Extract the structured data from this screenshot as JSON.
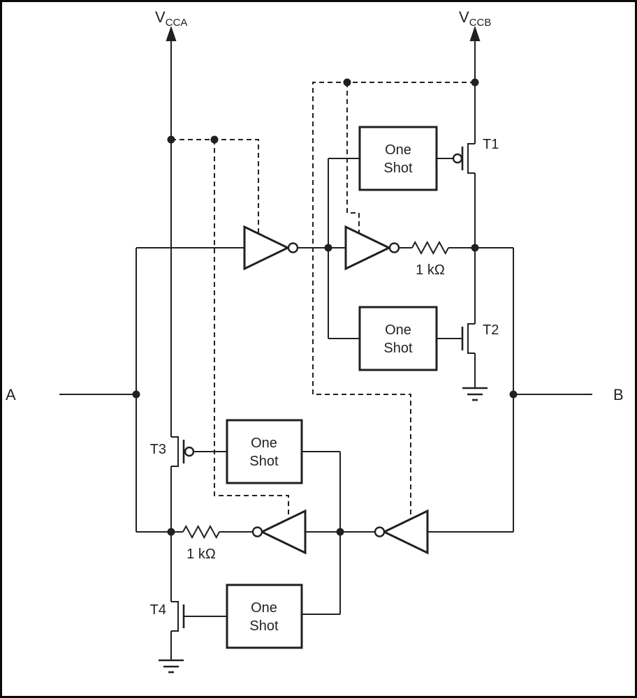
{
  "schematic": {
    "supplies": {
      "vcca": {
        "main": "V",
        "sub": "CCA"
      },
      "vccb": {
        "main": "V",
        "sub": "CCB"
      }
    },
    "ports": {
      "a": "A",
      "b": "B"
    },
    "transistors": {
      "t1": "T1",
      "t2": "T2",
      "t3": "T3",
      "t4": "T4"
    },
    "one_shot": {
      "line1": "One",
      "line2": "Shot"
    },
    "resistors": {
      "top": "1 kΩ",
      "bottom": "1 kΩ"
    },
    "colors": {
      "line": "#231f20",
      "background": "#ffffff"
    }
  }
}
